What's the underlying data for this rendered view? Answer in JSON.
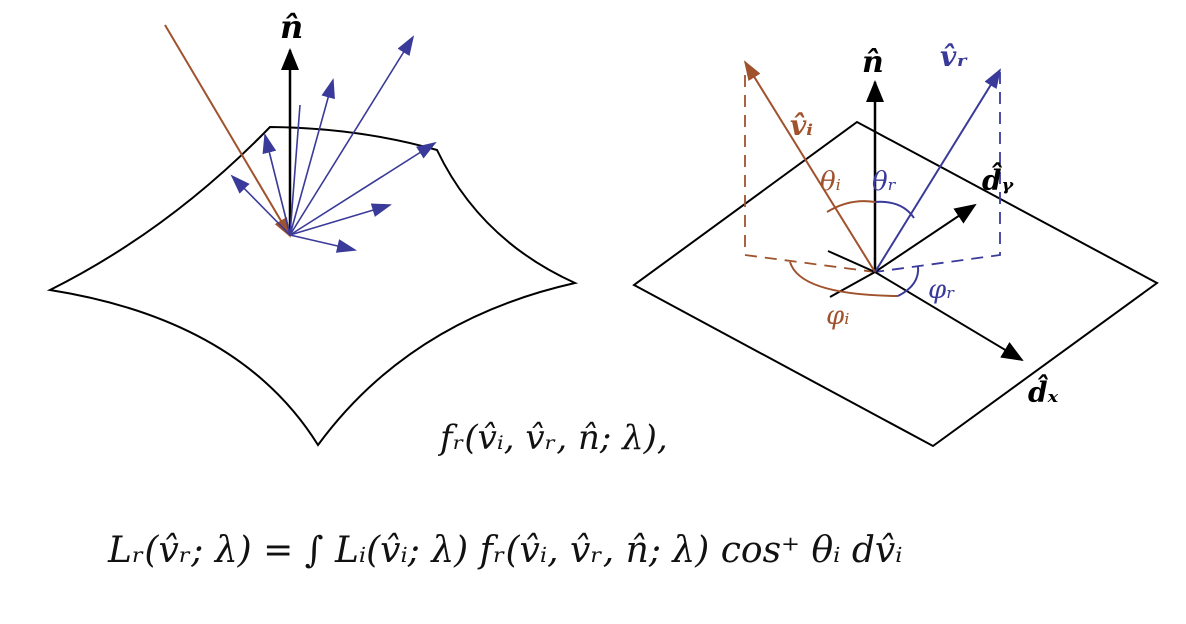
{
  "colors": {
    "incident": "#a0522d",
    "reflected": "#3a3a9a",
    "black": "#000000"
  },
  "labels": {
    "n_left": "n̂",
    "n_right": "n̂",
    "v_i": "v̂ᵢ",
    "v_r": "v̂ᵣ",
    "theta_i": "θᵢ",
    "theta_r": "θᵣ",
    "phi_i": "φᵢ",
    "phi_r": "φᵣ",
    "d_y": "d̂ᵧ",
    "d_x": "d̂ₓ"
  },
  "formulas": {
    "brdf": "fᵣ(v̂ᵢ, v̂ᵣ, n̂; λ),",
    "rendering": "Lᵣ(v̂ᵣ; λ) = ∫ Lᵢ(v̂ᵢ; λ) fᵣ(v̂ᵢ, v̂ᵣ, n̂; λ) cos⁺ θᵢ dv̂ᵢ"
  }
}
